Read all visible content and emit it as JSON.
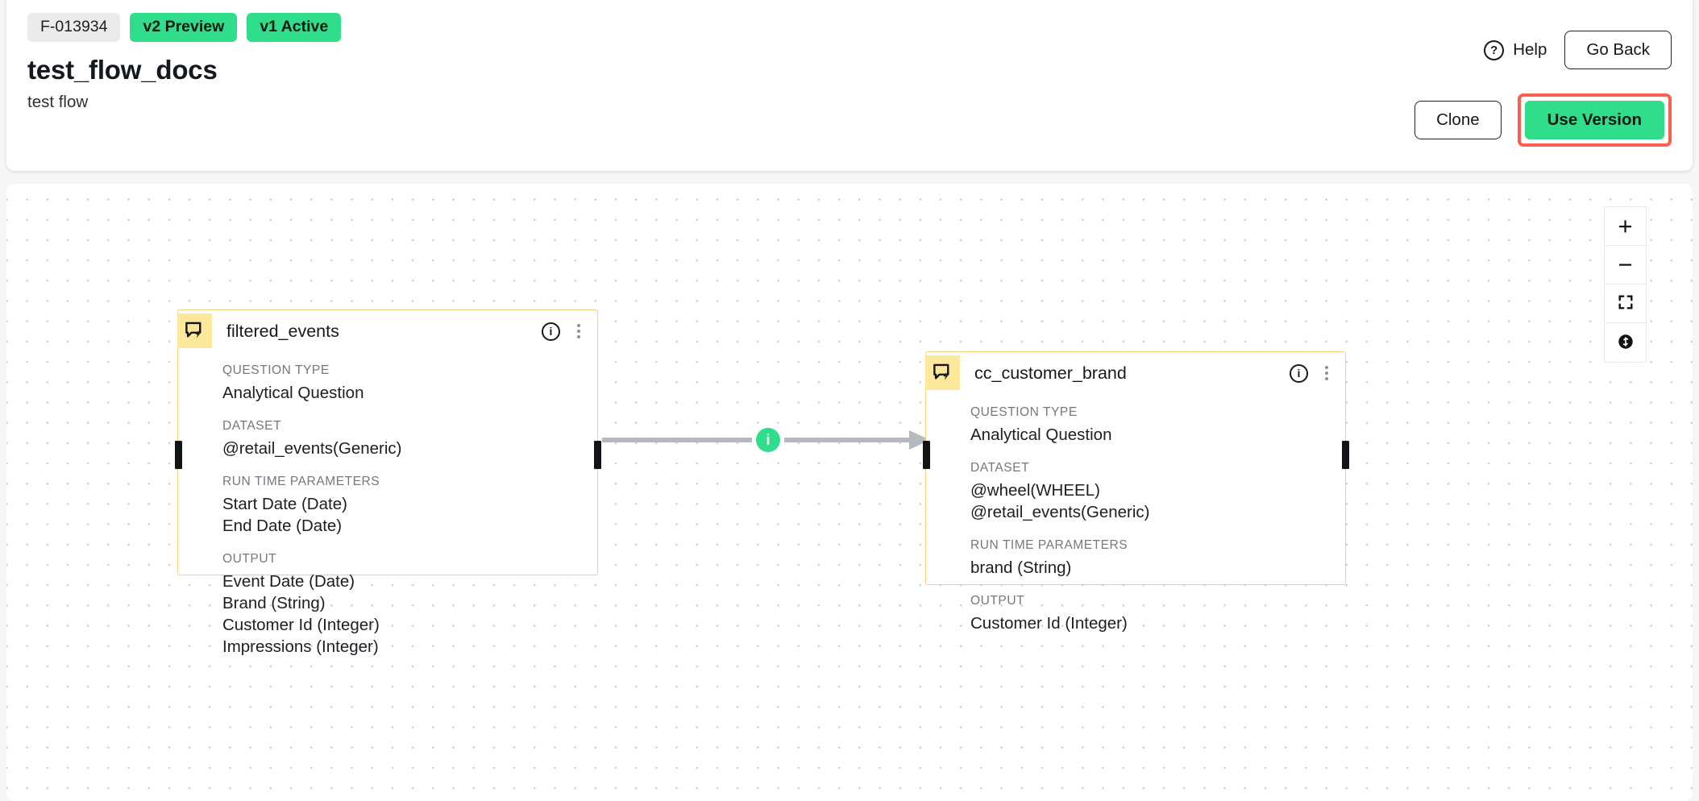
{
  "header": {
    "badges": [
      {
        "label": "F-013934",
        "style": "neutral"
      },
      {
        "label": "v2 Preview",
        "style": "green"
      },
      {
        "label": "v1 Active",
        "style": "green"
      }
    ],
    "title": "test_flow_docs",
    "subtitle": "test flow",
    "help_label": "Help",
    "help_glyph": "?",
    "go_back_label": "Go Back",
    "clone_label": "Clone",
    "use_version_label": "Use Version",
    "highlight_color": "#f9604f",
    "accent_green": "#2fdd8a"
  },
  "canvas": {
    "edge": {
      "badge_glyph": "i"
    },
    "zoom_controls": {
      "zoom_in": "+",
      "zoom_out": "−",
      "fit_view": "fit-view",
      "lock": "lock"
    },
    "nodes": [
      {
        "name": "filtered_events",
        "info_glyph": "i",
        "sections": [
          {
            "label": "QUESTION TYPE",
            "values": [
              "Analytical Question"
            ]
          },
          {
            "label": "DATASET",
            "values": [
              "@retail_events(Generic)"
            ]
          },
          {
            "label": "RUN TIME PARAMETERS",
            "values": [
              "Start Date (Date)",
              "End Date (Date)"
            ]
          },
          {
            "label": "OUTPUT",
            "values": [
              "Event Date (Date)",
              "Brand (String)",
              "Customer Id (Integer)",
              "Impressions (Integer)"
            ]
          }
        ]
      },
      {
        "name": "cc_customer_brand",
        "info_glyph": "i",
        "sections": [
          {
            "label": "QUESTION TYPE",
            "values": [
              "Analytical Question"
            ]
          },
          {
            "label": "DATASET",
            "values": [
              "@wheel(WHEEL)",
              "@retail_events(Generic)"
            ]
          },
          {
            "label": "RUN TIME PARAMETERS",
            "values": [
              "brand (String)"
            ]
          },
          {
            "label": "OUTPUT",
            "values": [
              "Customer Id (Integer)"
            ]
          }
        ]
      }
    ]
  }
}
